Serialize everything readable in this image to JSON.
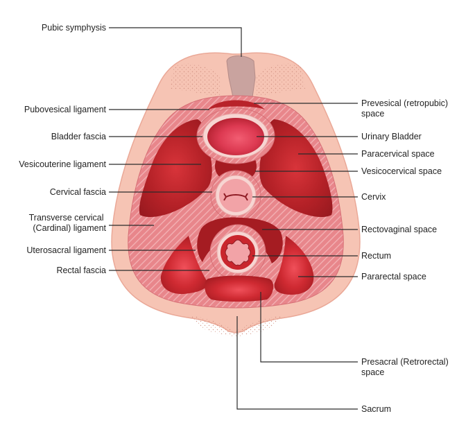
{
  "colors": {
    "outer_tissue": "#f6c4b4",
    "outer_edge": "#e9a796",
    "fascia_hatch_base": "#e6848a",
    "fascia_hatch_line": "#f3b2b5",
    "space_dark": "#a51c22",
    "space_mid": "#c9262d",
    "space_light": "#e8474a",
    "bladder_lumen": "#e9485c",
    "cervix_fill": "#f2a3a7",
    "bone": "#c9a39f",
    "leader": "#2a2a2a"
  },
  "labels_left": [
    {
      "id": "pubic-symphysis",
      "lines": [
        "Pubic symphysis"
      ]
    },
    {
      "id": "pubovesical-ligament",
      "lines": [
        "Pubovesical ligament"
      ]
    },
    {
      "id": "bladder-fascia",
      "lines": [
        "Bladder fascia"
      ]
    },
    {
      "id": "vesicouterine-ligament",
      "lines": [
        "Vesicouterine ligament"
      ]
    },
    {
      "id": "cervical-fascia",
      "lines": [
        "Cervical fascia"
      ]
    },
    {
      "id": "transverse-cervical-ligament",
      "lines": [
        "Transverse cervical",
        "(Cardinal) ligament"
      ]
    },
    {
      "id": "uterosacral-ligament",
      "lines": [
        "Uterosacral ligament"
      ]
    },
    {
      "id": "rectal-fascia",
      "lines": [
        "Rectal fascia"
      ]
    }
  ],
  "labels_right": [
    {
      "id": "prevesical-space",
      "lines": [
        "Prevesical (retropubic)",
        "space"
      ]
    },
    {
      "id": "urinary-bladder",
      "lines": [
        "Urinary Bladder"
      ]
    },
    {
      "id": "paracervical-space",
      "lines": [
        "Paracervical space"
      ]
    },
    {
      "id": "vesicocervical-space",
      "lines": [
        "Vesicocervical space"
      ]
    },
    {
      "id": "cervix",
      "lines": [
        "Cervix"
      ]
    },
    {
      "id": "rectovaginal-space",
      "lines": [
        "Rectovaginal space"
      ]
    },
    {
      "id": "rectum",
      "lines": [
        "Rectum"
      ]
    },
    {
      "id": "pararectal-space",
      "lines": [
        "Pararectal space"
      ]
    },
    {
      "id": "presacral-space",
      "lines": [
        "Presacral (Retrorectal)",
        "space"
      ]
    },
    {
      "id": "sacrum",
      "lines": [
        "Sacrum"
      ]
    }
  ]
}
